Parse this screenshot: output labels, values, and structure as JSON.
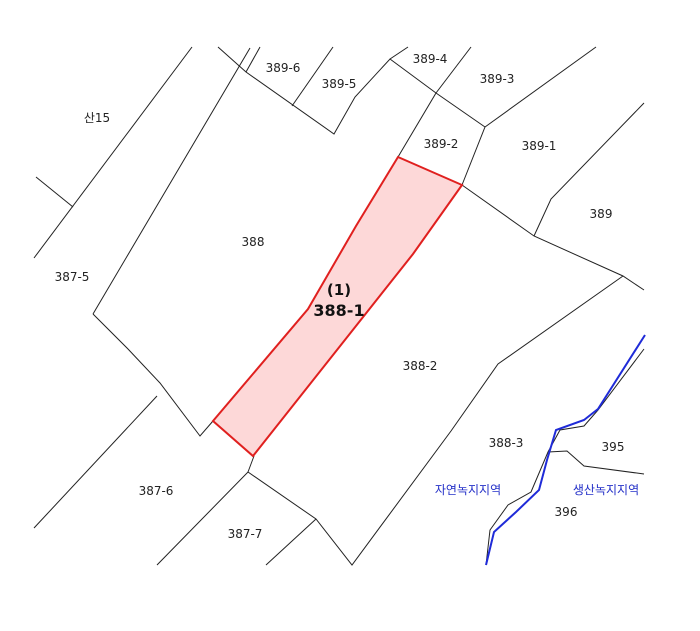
{
  "parcels": [
    {
      "id": "p-san15",
      "label": "산15"
    },
    {
      "id": "p-389-6",
      "label": "389-6"
    },
    {
      "id": "p-389-5",
      "label": "389-5"
    },
    {
      "id": "p-389-4",
      "label": "389-4"
    },
    {
      "id": "p-389-3",
      "label": "389-3"
    },
    {
      "id": "p-389-2",
      "label": "389-2"
    },
    {
      "id": "p-389-1",
      "label": "389-1"
    },
    {
      "id": "p-389",
      "label": "389"
    },
    {
      "id": "p-388",
      "label": "388"
    },
    {
      "id": "p-387-5",
      "label": "387-5"
    },
    {
      "id": "p-388-2",
      "label": "388-2"
    },
    {
      "id": "p-388-3",
      "label": "388-3"
    },
    {
      "id": "p-395",
      "label": "395"
    },
    {
      "id": "p-387-6",
      "label": "387-6"
    },
    {
      "id": "p-387-7",
      "label": "387-7"
    },
    {
      "id": "p-396",
      "label": "396"
    }
  ],
  "subject": {
    "number": "(1)",
    "label": "388-1",
    "fill": "#fdd8d8",
    "stroke": "#e0201f"
  },
  "zones": {
    "natural_green": {
      "label": "자연녹지지역"
    },
    "production_green": {
      "label": "생산녹지지역"
    },
    "line_color": "#1f2bd8",
    "label_color": "#2430c8"
  }
}
